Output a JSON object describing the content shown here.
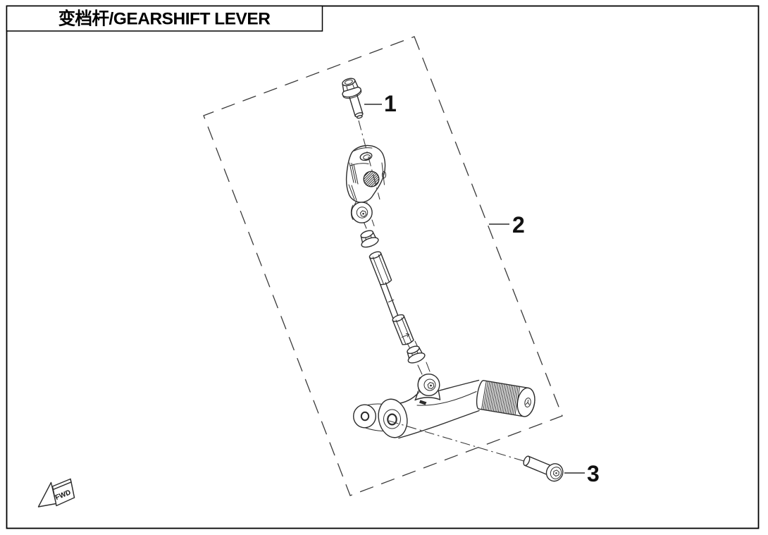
{
  "page": {
    "background": "#ffffff",
    "border_color": "#000000"
  },
  "header": {
    "title": "变档杆/GEARSHIFT LEVER",
    "title_zh": "变档杆",
    "title_en": "GEARSHIFT LEVER"
  },
  "diagram": {
    "line_color": "#2d2d2d",
    "callouts": [
      {
        "label": "1"
      },
      {
        "label": "2"
      },
      {
        "label": "3"
      }
    ],
    "direction_marker": "FWD"
  }
}
